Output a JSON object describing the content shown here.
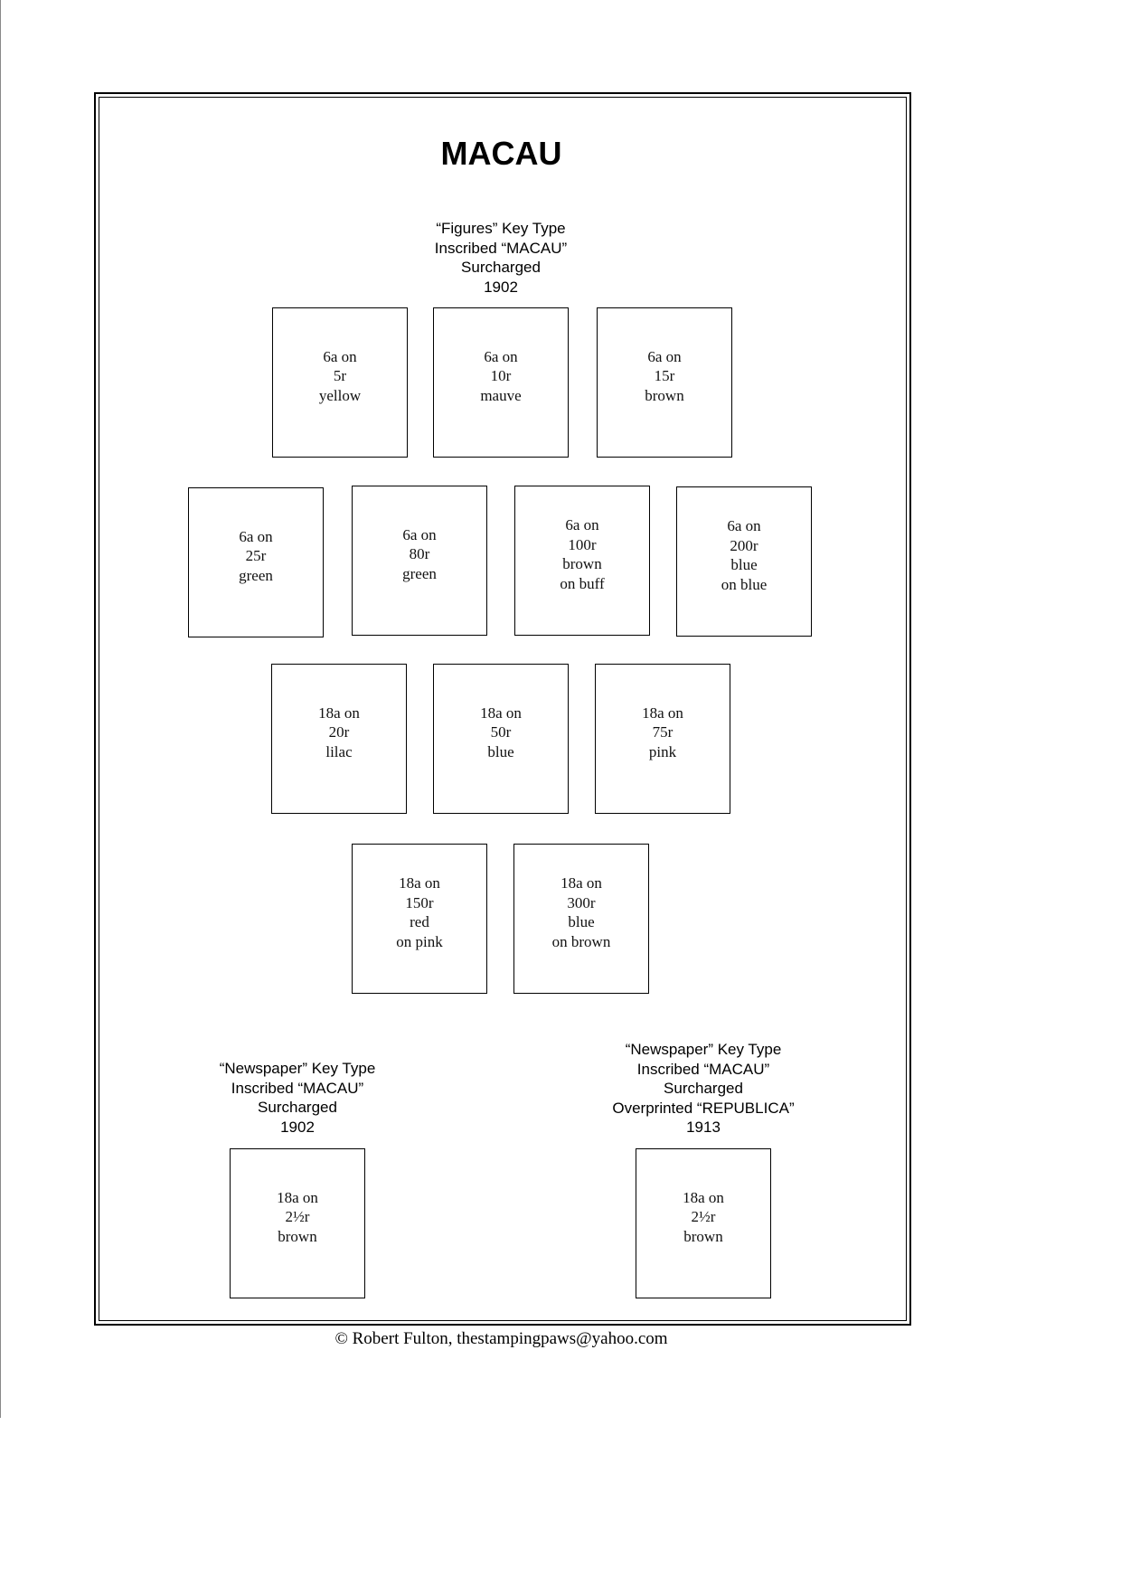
{
  "title": "MACAU",
  "sections": [
    {
      "heading": [
        "“Figures” Key Type",
        "Inscribed “MACAU”",
        "Surcharged",
        "1902"
      ],
      "stamps": [
        [
          "6a on",
          "5r",
          "yellow"
        ],
        [
          "6a on",
          "10r",
          "mauve"
        ],
        [
          "6a on",
          "15r",
          "brown"
        ],
        [
          "6a on",
          "25r",
          "green"
        ],
        [
          "6a on",
          "80r",
          "green"
        ],
        [
          "6a on",
          "100r",
          "brown",
          "on buff"
        ],
        [
          "6a on",
          "200r",
          "blue",
          "on blue"
        ],
        [
          "18a on",
          "20r",
          "lilac"
        ],
        [
          "18a on",
          "50r",
          "blue"
        ],
        [
          "18a on",
          "75r",
          "pink"
        ],
        [
          "18a on",
          "150r",
          "red",
          "on pink"
        ],
        [
          "18a on",
          "300r",
          "blue",
          "on brown"
        ]
      ]
    },
    {
      "heading": [
        "“Newspaper” Key Type",
        "Inscribed “MACAU”",
        "Surcharged",
        "1902"
      ],
      "stamps": [
        [
          "18a on",
          "2½r",
          "brown"
        ]
      ]
    },
    {
      "heading": [
        "“Newspaper” Key Type",
        "Inscribed “MACAU”",
        "Surcharged",
        "Overprinted “REPUBLICA”",
        "1913"
      ],
      "stamps": [
        [
          "18a on",
          "2½r",
          "brown"
        ]
      ]
    }
  ],
  "footer": "© Robert Fulton, thestampingpaws@yahoo.com"
}
